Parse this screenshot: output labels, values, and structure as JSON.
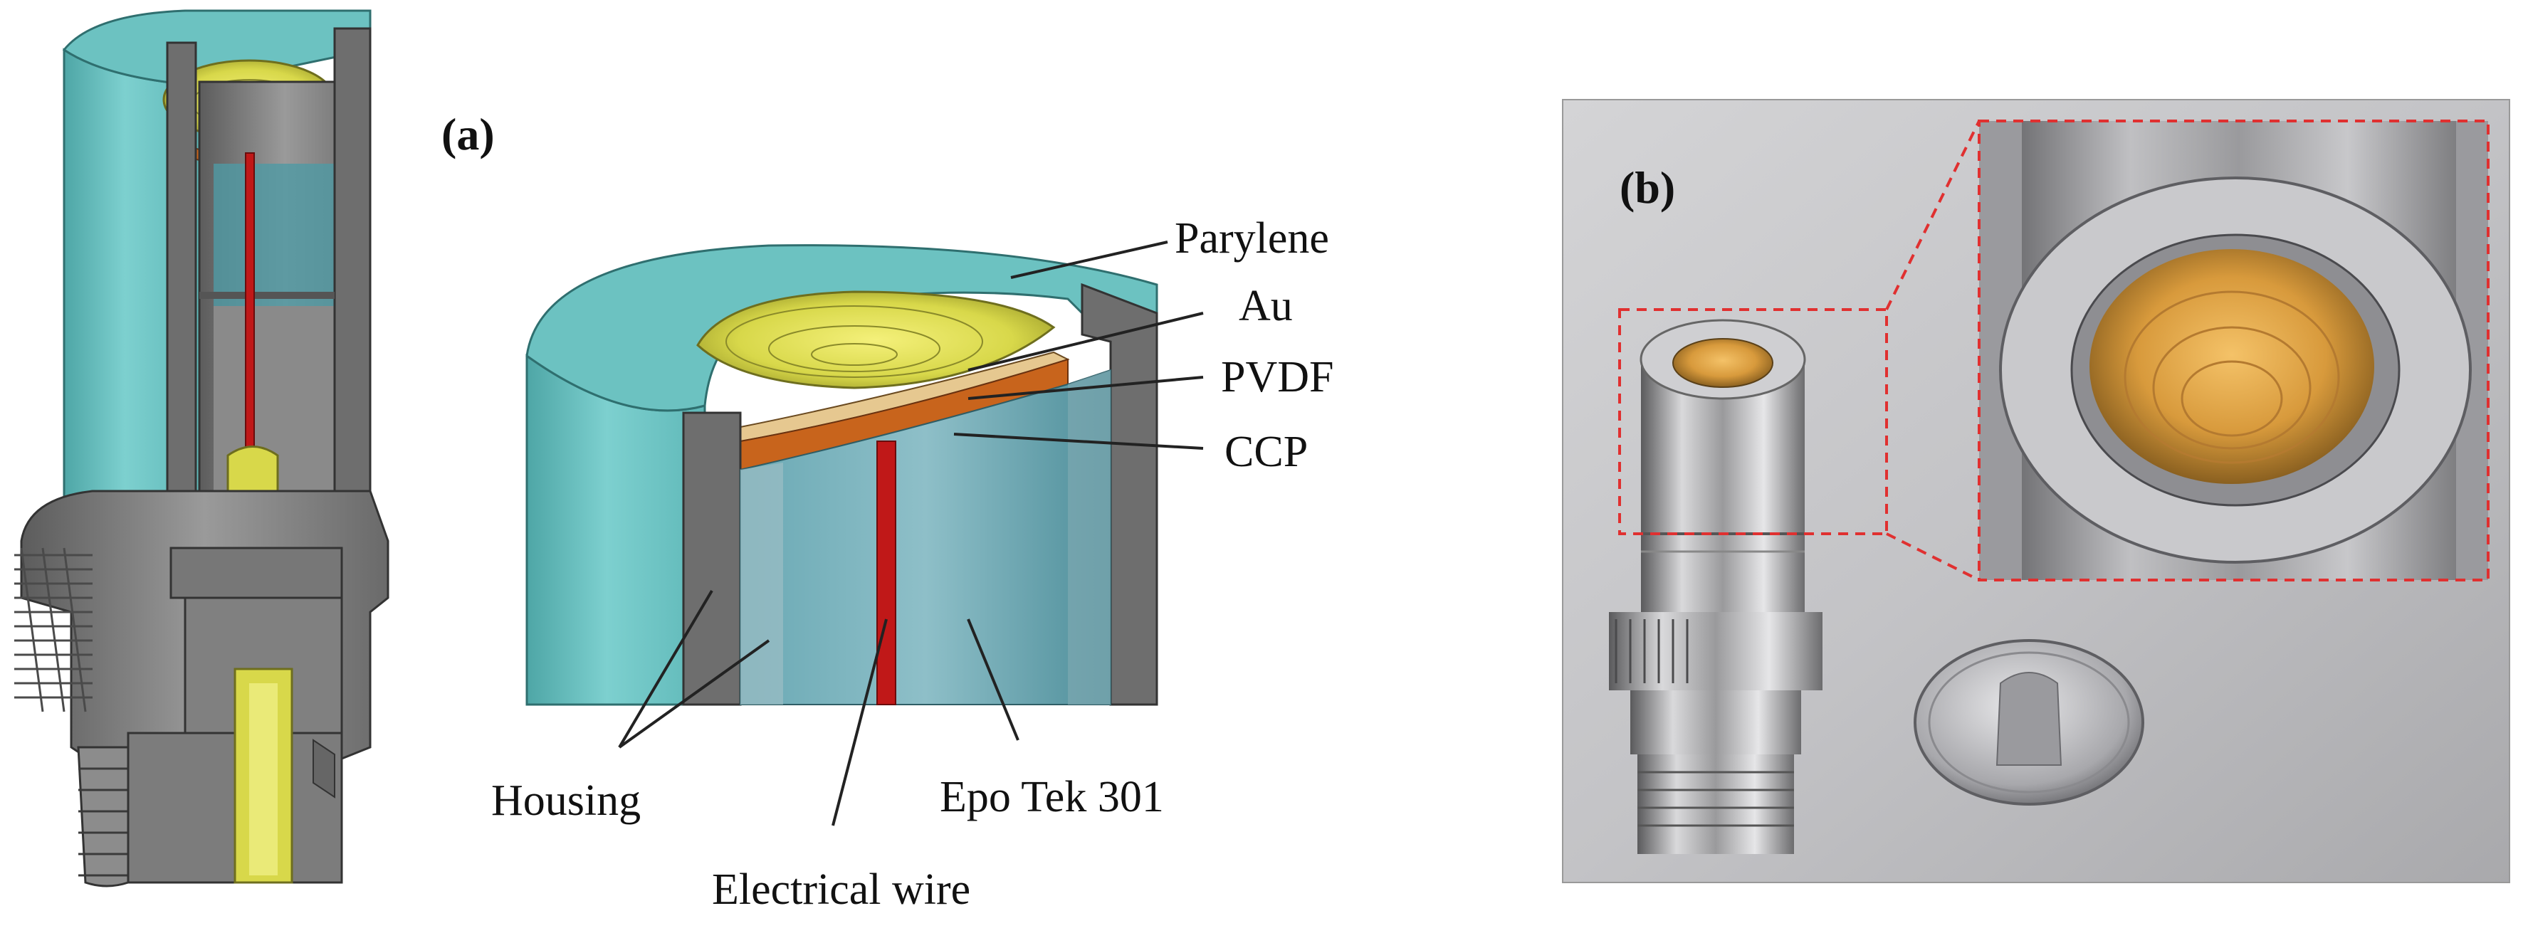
{
  "panel_a": {
    "label": "(a)",
    "callouts": {
      "parylene": "Parylene",
      "au": "Au",
      "pvdf": "PVDF",
      "ccp": "CCP",
      "housing": "Housing",
      "epoxy": "Epo Tek 301",
      "wire": "Electrical wire"
    }
  },
  "panel_b": {
    "label": "(b)"
  },
  "colors": {
    "housing_cyan": "#5fb8b8",
    "housing_gray": "#7a7a7a",
    "gold_surface": "#d8d84a",
    "ccp_orange": "#c8641c",
    "wire_red": "#c01818",
    "epoxy_blue": "#4f9aa4",
    "zoom_box": "#e03030"
  }
}
